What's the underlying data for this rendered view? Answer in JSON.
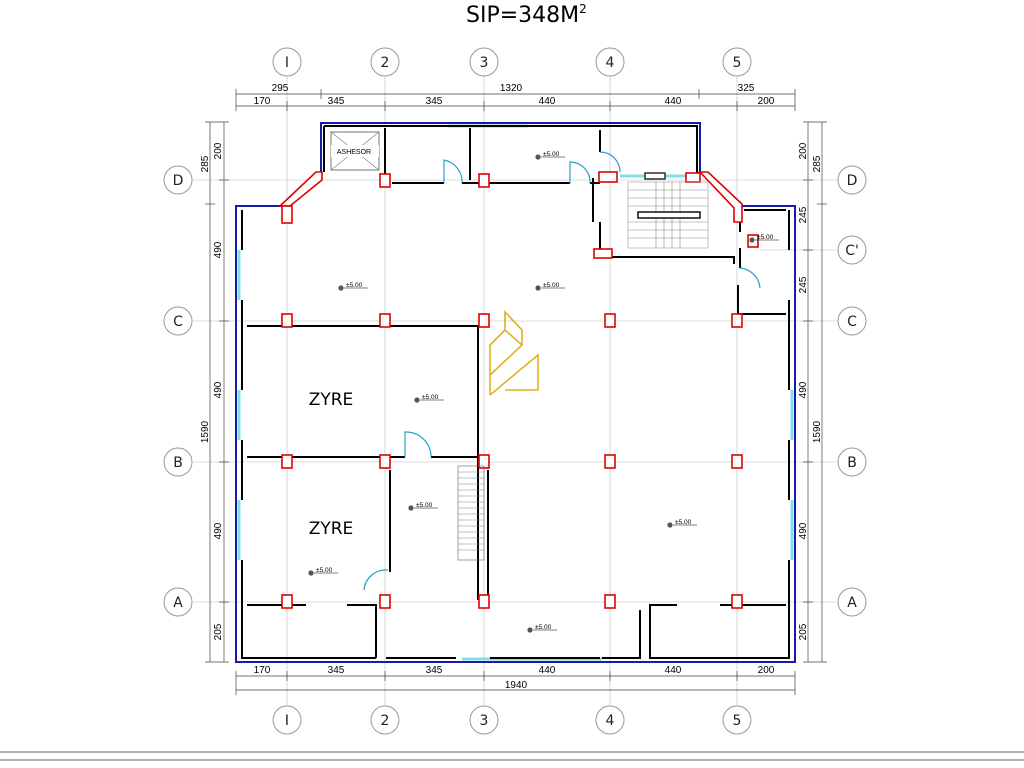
{
  "title": "SIP=348M",
  "title_sup": "2",
  "columns": [
    "I",
    "2",
    "3",
    "4",
    "5"
  ],
  "rows_left": [
    "D",
    "C",
    "B",
    "A"
  ],
  "rows_right": [
    "D",
    "C'",
    "C",
    "B",
    "A"
  ],
  "dims": {
    "top_outer": [
      "295",
      "1320",
      "325"
    ],
    "top_inner": [
      "170",
      "345",
      "345",
      "440",
      "440",
      "200"
    ],
    "bottom_inner": [
      "170",
      "345",
      "345",
      "440",
      "440",
      "200"
    ],
    "bottom_total": "1940",
    "left_outer": [
      "285",
      "1590"
    ],
    "left_inner": [
      "200",
      "490",
      "490",
      "490",
      "205"
    ],
    "right_outer": [
      "285",
      "1590"
    ],
    "right_inner": [
      "200",
      "245",
      "245",
      "490",
      "490",
      "205"
    ]
  },
  "rooms": {
    "office_1": "ZYRE",
    "office_2": "ZYRE",
    "elevator": "ASHESOR"
  },
  "elevation_label": "±5.00"
}
